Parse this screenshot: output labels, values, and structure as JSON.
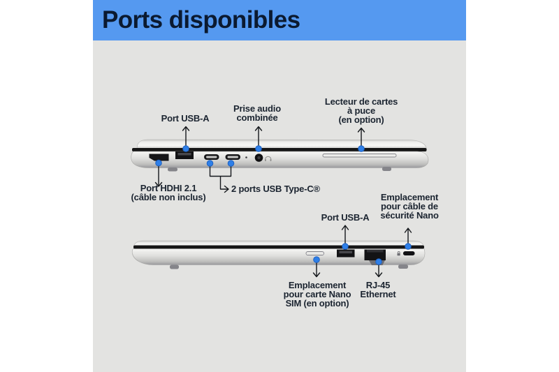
{
  "header": {
    "title": "Ports disponibles"
  },
  "theme": {
    "page_bg": "#ffffff",
    "banner_bg": "#5599f0",
    "title_color": "#0b1a30",
    "panel_bg": "#e3e3e1",
    "label_color": "#1b2430",
    "line_color": "#15181c",
    "marker_fill": "#2e7fe8",
    "marker_stroke": "#1f62c2"
  },
  "diagram": {
    "top_view": {
      "description": "laptop-left-side-profile",
      "callouts": {
        "usb_a": "Port USB-A",
        "audio": "Prise audio\ncombinée",
        "smart_card": "Lecteur de cartes\nà puce\n(en option)",
        "hdmi": "Port HDHI 2.1\n(câble non inclus)",
        "usb_c": "2 ports USB Type-C®"
      }
    },
    "bottom_view": {
      "description": "laptop-right-side-profile",
      "callouts": {
        "usb_a": "Port USB-A",
        "security": "Emplacement\npour câble de\nsécurité Nano",
        "sim": "Emplacement\npour carte Nano\nSIM (en option)",
        "ethernet": "RJ-45\nEthernet"
      }
    }
  }
}
